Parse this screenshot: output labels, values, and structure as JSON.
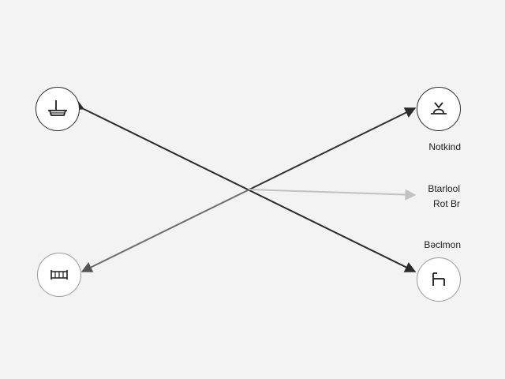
{
  "labels": {
    "top_right": "Notkind",
    "mid_line1": "Btarlool",
    "mid_line2": "Rot Br",
    "bottom_right": "Bǝclmon"
  },
  "nodes": [
    {
      "name": "top-left-node",
      "icon": "sink-icon",
      "border": "dark"
    },
    {
      "name": "top-right-node",
      "icon": "person-icon",
      "border": "dark"
    },
    {
      "name": "bottom-left-node",
      "icon": "fence-icon",
      "border": "light"
    },
    {
      "name": "bottom-right-node",
      "icon": "bed-icon",
      "border": "light"
    }
  ],
  "colors": {
    "background": "#f3f3f3",
    "dark_line": "#2b2b2b",
    "mid_line": "#6e6e6e",
    "light_line": "#c2c2c2"
  }
}
